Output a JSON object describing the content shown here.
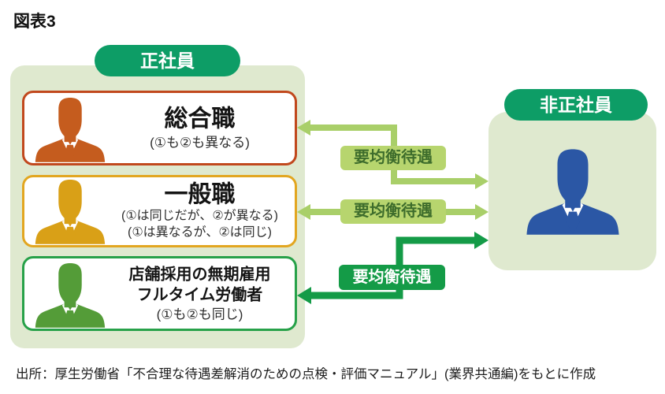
{
  "title": "図表3",
  "colors": {
    "badge_green": "#0d9d66",
    "panel_bg": "#dfe9cf",
    "arrow_light_green": "#a9cf69",
    "arrow_dark_green": "#149b47",
    "label_light_bg": "#b7d56e",
    "label_light_text": "#3e6d2c",
    "label_dark_bg": "#149b47",
    "label_dark_text": "#ffffff",
    "sogo_border": "#c1481d",
    "sogo_icon": "#c55c1e",
    "ippan_border": "#e2a620",
    "ippan_icon": "#d9a017",
    "tenpo_border": "#27a149",
    "tenpo_icon": "#549c38",
    "hiseishain_icon": "#2b57a5"
  },
  "left_group": {
    "badge": "正社員",
    "boxes": [
      {
        "icon": "person-icon",
        "title_lines": [
          "総合職"
        ],
        "sub_lines": [
          "(①も②も異なる)"
        ]
      },
      {
        "icon": "person-icon",
        "title_lines": [
          "一般職"
        ],
        "sub_lines": [
          "(①は同じだが、②が異なる)",
          "(①は異なるが、②は同じ)"
        ]
      },
      {
        "icon": "person-icon",
        "title_lines": [
          "店舗採用の無期雇用",
          "フルタイム労働者"
        ],
        "sub_lines": [
          "(①も②も同じ)"
        ]
      }
    ]
  },
  "right_group": {
    "badge": "非正社員",
    "icon": "person-icon"
  },
  "arrows": [
    {
      "label": "要均衡待遇",
      "style": "light-green",
      "direction": "double"
    },
    {
      "label": "要均衡待遇",
      "style": "light-green",
      "direction": "double"
    },
    {
      "label": "要均衡待遇",
      "style": "dark-green",
      "direction": "double"
    }
  ],
  "source": "出所：厚生労働省「不合理な待遇差解消のための点検・評価マニュアル」(業界共通編)をもとに作成"
}
